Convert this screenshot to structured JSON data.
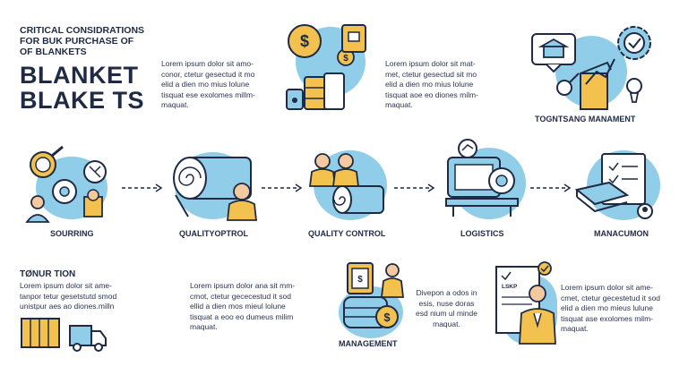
{
  "header": {
    "title_small": "CRITICAL CONSIDRATIONS\nFOR BUK PURCHASE OF\nOF BLANKETS",
    "title_big": "BLANKET\nBLAKE TS"
  },
  "top_row": {
    "text_1": "Lorem ipsum dolor sit amo-\nconor, ctetur gesectud it mo\nelid a dien mo mius lolune\ntisquat ese exolomes millm-\nmaquat.",
    "text_2": "Lorem ipsum dolor sit mat-\nmet, ctetur gesectud sit mo\nelid a dien mo mius lolune\ntisquat aoe eo diones milm-\nmaquat.",
    "label_3": "TOGNTSANG MANAMENT"
  },
  "steps": [
    {
      "label": "SOURRING"
    },
    {
      "label": "QUALITYOPTROL"
    },
    {
      "label": "QUALITY CONTROL"
    },
    {
      "label": "LOGISTICS"
    },
    {
      "label": "MANACUMON"
    }
  ],
  "bottom_row": {
    "title": "TØNUR TION",
    "text_1": "Lorem ipsum dolor sit ame-\ntanpor tetur gesetstutd smod\nunistpur aes ao diones.milln",
    "text_2": "Lorem ipsum dolor ana sit mm-\ncmot, ctetur gececestud it sod\nellid a dien mos mieul lolune\ntisquat a eoo eo dumeus milim\nmaquat.",
    "label_mgmt": "MANAGEMENT",
    "text_3": "Divepon a odos in\nesis, nuse doras\nesd nium ul minde\nmaquat.",
    "text_4": "Lorem ipsum dolor sit ame-\ncmet, ctetur gecestetud it sod\nelid a dien mo mieus lulune\ntisquat ase exolomes milm-\nmaquat.",
    "doc_label": "LSKP"
  },
  "colors": {
    "navy": "#1f2a44",
    "accent_blue": "#8fcde8",
    "accent_yellow": "#f2c14e",
    "skin": "#f5c9a0"
  },
  "icons": [
    "money-icon",
    "briefcase-icon",
    "shop-icon",
    "gear-icon",
    "person-icon",
    "blanket-roll-icon",
    "truck-icon",
    "clipboard-icon",
    "monitor-icon",
    "document-icon",
    "arrow-icon"
  ]
}
